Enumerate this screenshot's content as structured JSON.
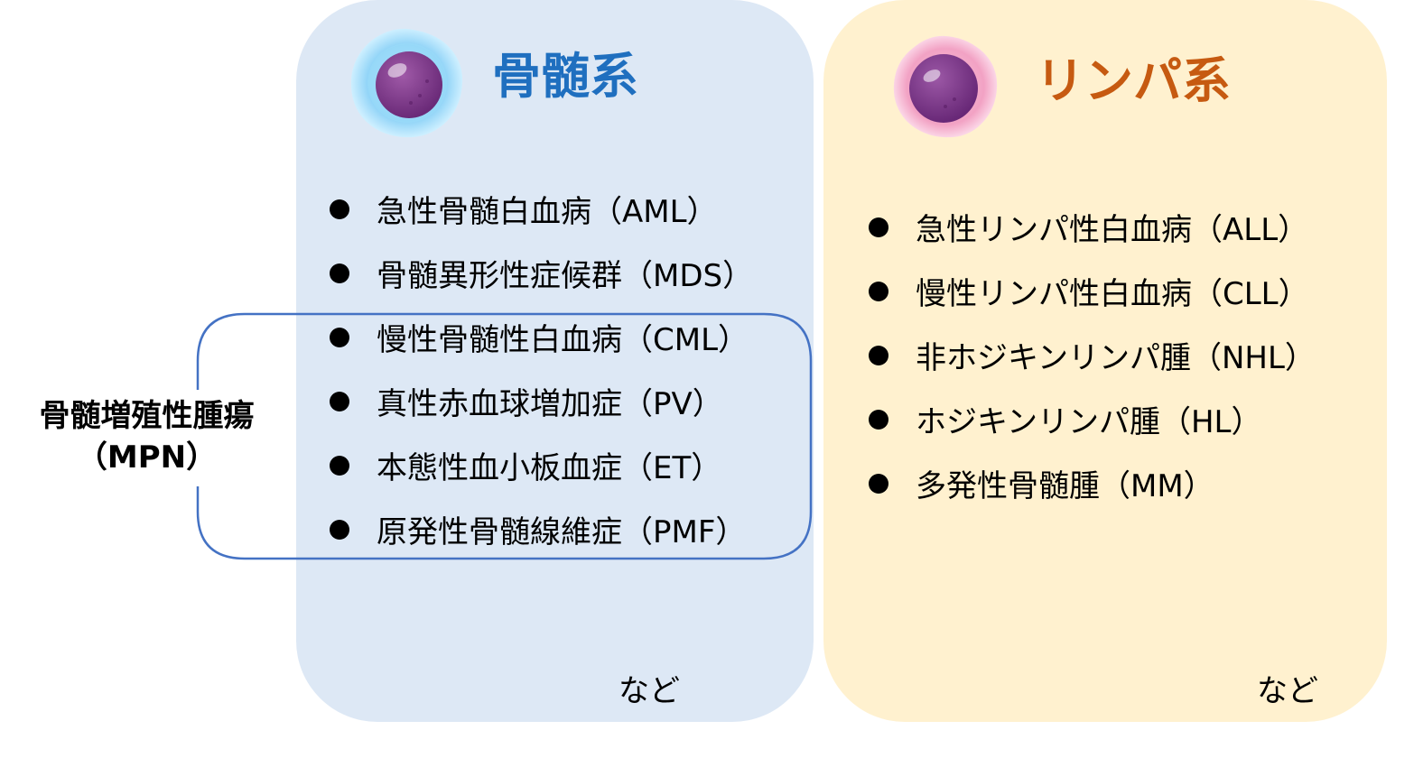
{
  "myeloid": {
    "title": "骨髄系",
    "title_color": "#1f6fbf",
    "panel_color": "#dde8f5",
    "icon": "myeloid-cell-icon",
    "items": [
      "急性骨髄白血病（AML）",
      "骨髄異形性症候群（MDS）",
      "慢性骨髄性白血病（CML）",
      "真性赤血球増加症（PV）",
      "本態性血小板血症（ET）",
      "原発性骨髄線維症（PMF）"
    ],
    "etc": "など"
  },
  "lymphoid": {
    "title": "リンパ系",
    "title_color": "#c65a11",
    "panel_color": "#fff1cf",
    "icon": "lymphoid-cell-icon",
    "items": [
      "急性リンパ性白血病（ALL）",
      "慢性リンパ性白血病（CLL）",
      "非ホジキンリンパ腫（NHL）",
      "ホジキンリンパ腫（HL）",
      "多発性骨髄腫（MM）"
    ],
    "etc": "など"
  },
  "mpn": {
    "label_line1": "骨髄増殖性腫瘍",
    "label_line2": "（MPN）",
    "bracket_color": "#4472c4"
  }
}
